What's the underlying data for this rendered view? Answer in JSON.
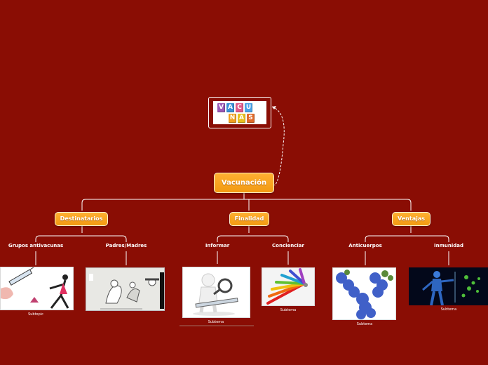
{
  "root": {
    "label": "Vacunación"
  },
  "top_image": {
    "letters_row1": [
      "V",
      "A",
      "C",
      "U"
    ],
    "letters_row2": [
      "N",
      "A",
      "S"
    ]
  },
  "branches": [
    {
      "label": "Destinatarios",
      "children": [
        {
          "label": "Grupos antivacunas",
          "caption": "Subtopic"
        },
        {
          "label": "Padres/Madres",
          "caption": ""
        }
      ]
    },
    {
      "label": "Finalidad",
      "children": [
        {
          "label": "Informar",
          "caption": "Subtema"
        },
        {
          "label": "Concienciar",
          "caption": "Subtema"
        }
      ]
    },
    {
      "label": "Ventajas",
      "children": [
        {
          "label": "Anticuerpos",
          "caption": "Subtema"
        },
        {
          "label": "Inmunidad",
          "caption": "Subtema"
        }
      ]
    }
  ],
  "colors": {
    "background": "#8a0d04",
    "node": "#f7a21c",
    "line": "#ffffff"
  }
}
